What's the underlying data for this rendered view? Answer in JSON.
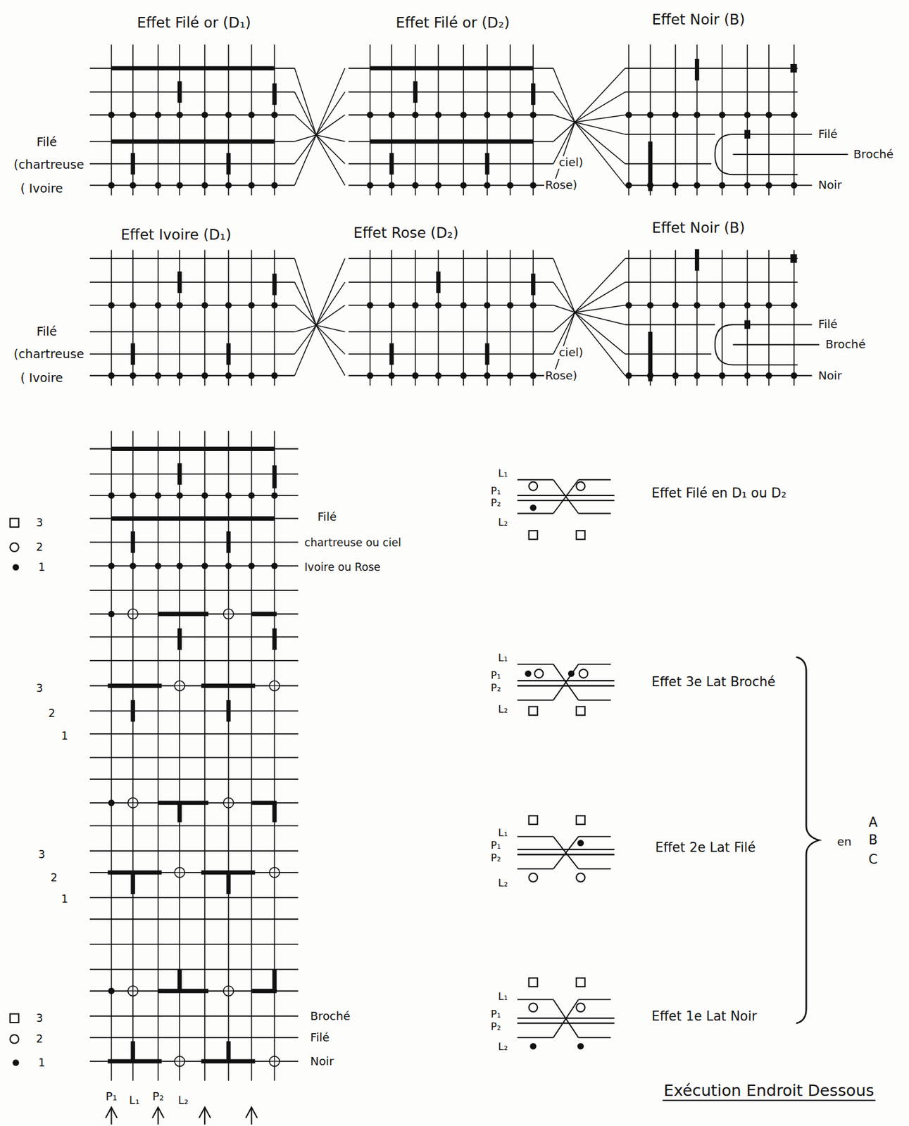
{
  "diagram": {
    "caption": "Exécution Endroit Dessous",
    "labels": [
      "Effet Filé or (D₁)",
      "Effet Filé or (D₂)",
      "Effet Noir (B)",
      "Filé",
      "(chartreuse",
      "( Ivoire",
      "ciel)",
      "Rose)",
      "Filé",
      "Broché",
      "Noir",
      "Effet Ivoire (D₁)",
      "Effet Rose (D₂)",
      "Effet Noir (B)",
      "Filé",
      "(chartreuse",
      "( Ivoire",
      "ciel)",
      "Rose)",
      "Filé",
      "Broché",
      "Noir",
      "3",
      "2",
      "1",
      "Filé",
      "chartreuse ou ciel",
      "Ivoire ou Rose",
      "3",
      "2",
      "1",
      "3",
      "2",
      "1",
      "3",
      "2",
      "1",
      "Broché",
      "Filé",
      "Noir",
      "P₁",
      "L₁",
      "P₂",
      "L₂",
      "L₁",
      "P₁",
      "P₂",
      "L₂",
      "Effet Filé en D₁ ou D₂",
      "L₁",
      "P₁",
      "P₂",
      "L₂",
      "Effet 3e Lat Broché",
      "L₁",
      "P₁",
      "P₂",
      "L₂",
      "Effet 2e Lat Filé",
      "L₁",
      "P₁",
      "P₂",
      "L₂",
      "Effet 1e Lat Noir",
      "A",
      "en",
      "B",
      "C"
    ]
  }
}
